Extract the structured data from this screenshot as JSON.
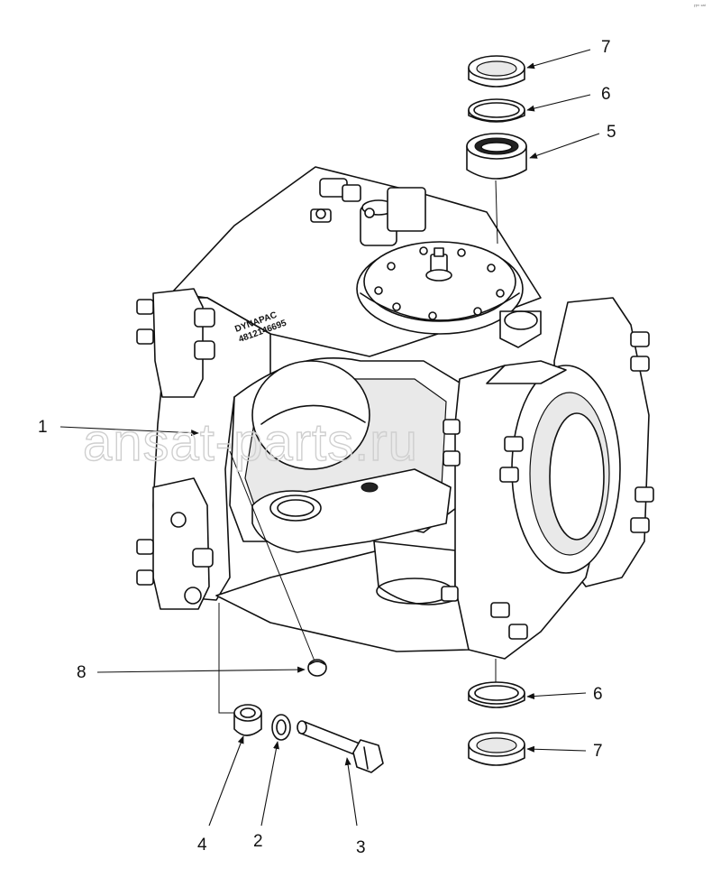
{
  "corner_mark": "rrᵐ ᵉᵃᵈ",
  "watermark": "ansat-parts.ru",
  "housing_marking": {
    "brand": "DYNAPAC",
    "part_number": "4812146695"
  },
  "callouts": [
    {
      "id": "callout-7-top",
      "label": "7"
    },
    {
      "id": "callout-6-top",
      "label": "6"
    },
    {
      "id": "callout-5",
      "label": "5"
    },
    {
      "id": "callout-1",
      "label": "1"
    },
    {
      "id": "callout-8",
      "label": "8"
    },
    {
      "id": "callout-6-bottom",
      "label": "6"
    },
    {
      "id": "callout-7-bottom",
      "label": "7"
    },
    {
      "id": "callout-4",
      "label": "4"
    },
    {
      "id": "callout-2",
      "label": "2"
    },
    {
      "id": "callout-3",
      "label": "3"
    }
  ]
}
